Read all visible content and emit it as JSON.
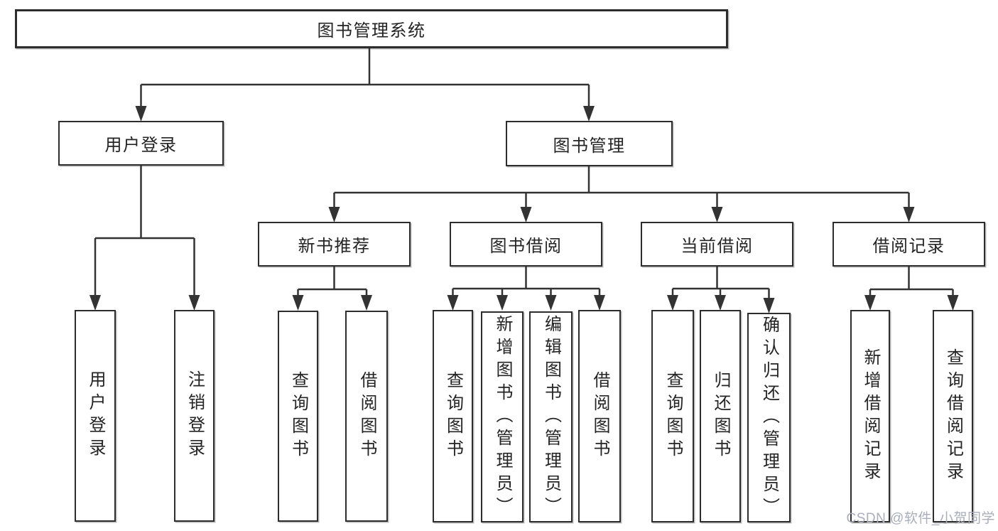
{
  "diagram_type": "hierarchy-tree",
  "hierarchy": {
    "label": "图书管理系统",
    "children": [
      {
        "label": "用户登录",
        "children": [
          {
            "label": "用户登录"
          },
          {
            "label": "注销登录"
          }
        ]
      },
      {
        "label": "图书管理",
        "children": [
          {
            "label": "新书推荐",
            "children": [
              {
                "label": "查询图书"
              },
              {
                "label": "借阅图书"
              }
            ]
          },
          {
            "label": "图书借阅",
            "children": [
              {
                "label": "查询图书"
              },
              {
                "label": "新增图书（管理员）"
              },
              {
                "label": "编辑图书（管理员）"
              },
              {
                "label": "借阅图书"
              }
            ]
          },
          {
            "label": "当前借阅",
            "children": [
              {
                "label": "查询图书"
              },
              {
                "label": "归还图书"
              },
              {
                "label": "确认归还（管理员）"
              }
            ]
          },
          {
            "label": "借阅记录",
            "children": [
              {
                "label": "新增借阅记录"
              },
              {
                "label": "查询借阅记录"
              }
            ]
          }
        ]
      }
    ]
  },
  "colors": {
    "line": "#333333",
    "box_border": "#2d2d2d",
    "text": "#242424",
    "background": "#ffffff",
    "watermark": "#a9aeba"
  },
  "watermark": {
    "text": "CSDN @软件_小贺同学"
  }
}
